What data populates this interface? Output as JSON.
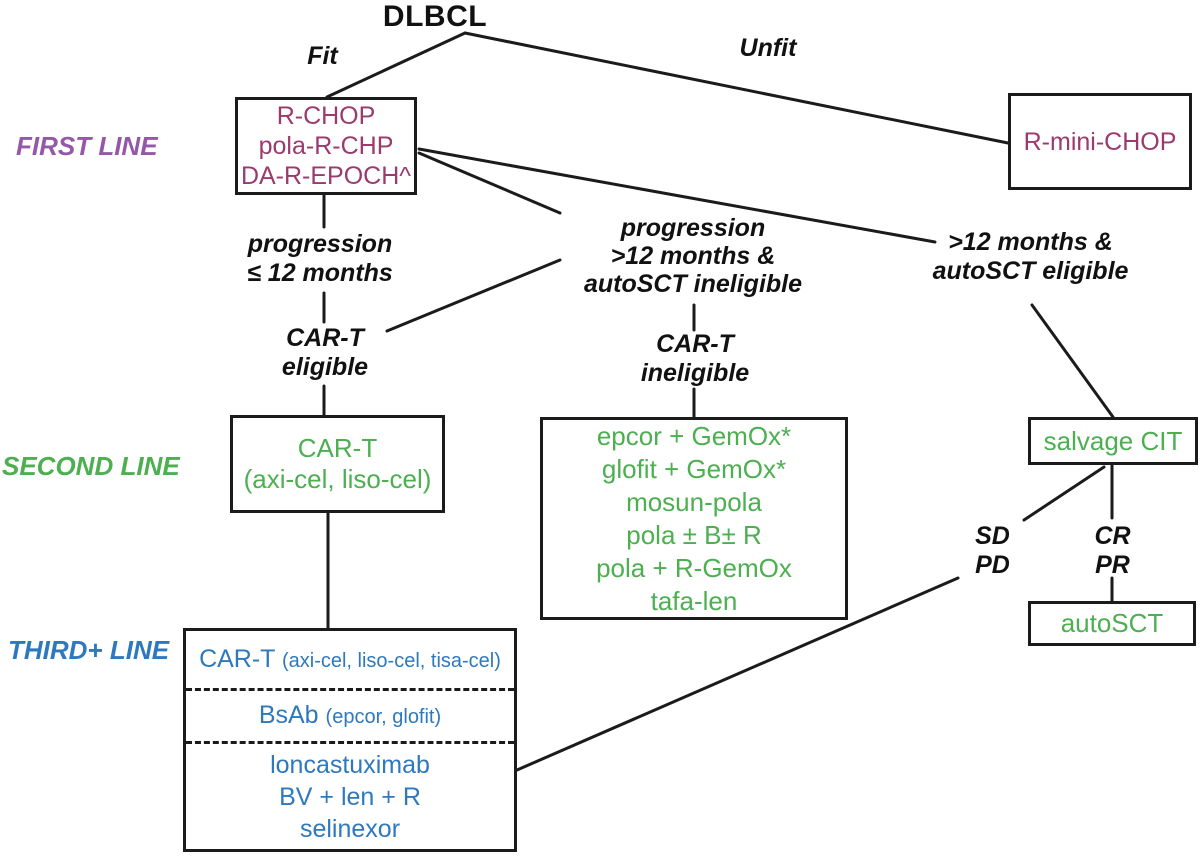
{
  "title": "DLBCL",
  "colors": {
    "edge": "#1b1b1b",
    "first_line_label": "#9558a9",
    "first_line_box": "#9a3a6e",
    "second_line": "#4caf50",
    "third_line": "#2e79be"
  },
  "branches": {
    "fit": "Fit",
    "unfit": "Unfit"
  },
  "row_labels": {
    "first": "FIRST LINE",
    "second": "SECOND LINE",
    "third": "THIRD+ LINE"
  },
  "edge_labels": {
    "prog_le12": [
      "progression",
      "≤ 12 months"
    ],
    "cart_eligible": [
      "CAR-T",
      "eligible"
    ],
    "prog_gt12_inelig": [
      "progression",
      ">12 months &",
      "autoSCT ineligible"
    ],
    "cart_ineligible": [
      "CAR-T",
      "ineligible"
    ],
    "gt12_elig": [
      ">12 months &",
      "autoSCT eligible"
    ],
    "sd_pd": [
      "SD",
      "PD"
    ],
    "cr_pr": [
      "CR",
      "PR"
    ]
  },
  "boxes": {
    "first_line_fit": {
      "lines": [
        "R-CHOP",
        "pola-R-CHP",
        "DA-R-EPOCH^"
      ]
    },
    "first_line_unfit": {
      "label": "R-mini-CHOP"
    },
    "second_line_cart": {
      "lines": [
        "CAR-T",
        "(axi-cel, liso-cel)"
      ]
    },
    "second_line_options": {
      "lines": [
        "epcor + GemOx*",
        "glofit + GemOx*",
        "mosun-pola",
        "pola ± B± R",
        "pola + R-GemOx",
        "tafa-len"
      ]
    },
    "salvage_cit": {
      "label": "salvage CIT"
    },
    "autosct": {
      "label": "autoSCT"
    },
    "third_line": {
      "cart_main": "CAR-T",
      "cart_sub": "(axi-cel, liso-cel, tisa-cel)",
      "bsab_main": "BsAb",
      "bsab_sub": "(epcor, glofit)",
      "other_lines": [
        "loncastuximab",
        "BV + len + R",
        "selinexor"
      ]
    }
  }
}
